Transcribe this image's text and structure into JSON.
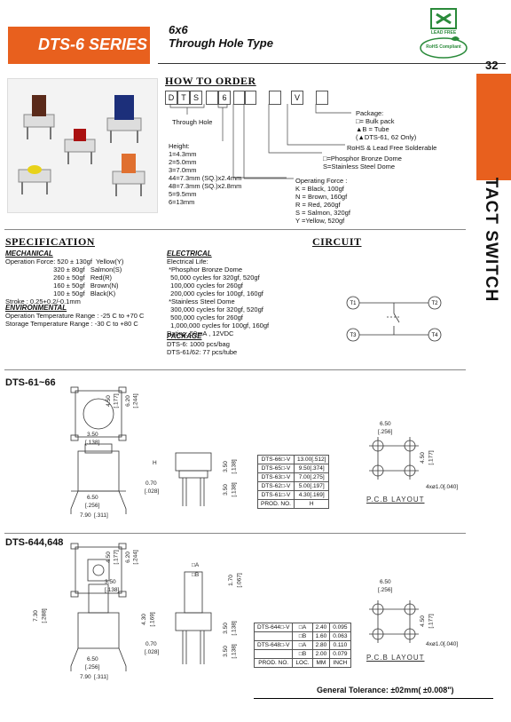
{
  "header": {
    "series": "DTS-6 SERIES",
    "size": "6x6",
    "type": "Through Hole Type",
    "page_number": "32",
    "badge_lead_free": "LEAD FREE",
    "badge_rohs": "RoHS Compliant"
  },
  "sidebar": {
    "title": "TACT SWITCH"
  },
  "order": {
    "heading": "HOW TO ORDER",
    "code_boxes": [
      "D",
      "T",
      "S",
      "",
      "6",
      "",
      "",
      "",
      "V",
      ""
    ],
    "through_hole": "Through Hole",
    "height_title": "Height:",
    "height_lines": [
      "1=4.3mm",
      "2=5.0mm",
      "3=7.0mm",
      "44=7.3mm (SQ.)x2.4mm",
      "48=7.3mm (SQ.)x2.8mm",
      "5=9.5mm",
      "6=13mm"
    ],
    "package_title": "Package:",
    "package_lines": [
      "□= Bulk pack",
      "▲B = Tube",
      "(▲DTS-61, 62 Only)"
    ],
    "rohs": "RoHS & Lead Free Solderable",
    "dome_lines": [
      "□=Phosphor Bronze Dome",
      "S=Stainless Steel Dome"
    ],
    "force_title": "Operating Force :",
    "force_lines": [
      "K = Black, 100gf",
      "N = Brown, 160gf",
      "R = Red, 260gf",
      "S = Salmon, 320gf",
      "Y =Yellow, 520gf"
    ]
  },
  "spec": {
    "heading": "SPECIFICATION",
    "mechanical_title": "MECHANICAL",
    "mechanical_lines": [
      "Operation Force: 520 ± 130gf  Yellow(Y)",
      "                          320 ± 80gf   Salmon(S)",
      "                          260 ± 50gf   Red(R)",
      "                          160 ± 50gf   Brown(N)",
      "                          100 ± 50gf   Black(K)",
      "Stroke : 0.25+0.2/-0.1mm"
    ],
    "environmental_title": "ENVIRONMENTAL",
    "environmental_lines": [
      "Operation Temperature Range : -25 C to +70 C",
      "Storage Temperature Range : -30 C to +80 C"
    ],
    "electrical_title": "ELECTRICAL",
    "electrical_lines": [
      "Electrical Life:",
      " *Phosphor Bronze Dome",
      "  50,000 cycles for 320gf, 520gf",
      "  100,000 cycles for 260gf",
      "  200,000 cycles for 100gf, 160gf",
      " *Stainless Steel Dome",
      "  300,000 cycles for 320gf, 520gf",
      "  500,000 cycles for 260gf",
      "  1,000,000 cycles for 100gf, 160gf",
      "Rating: 50mA , 12VDC"
    ],
    "package_title": "PACKAGE",
    "package_lines": [
      "DTS-6: 1000 pcs/bag",
      "DTS-61/62: 77 pcs/tube"
    ]
  },
  "circuit": {
    "heading": "CIRCUIT",
    "terminals": [
      "T1",
      "T2",
      "T3",
      "T4"
    ]
  },
  "dts61": {
    "title": "DTS-61~66",
    "dims": [
      "4.50",
      "[.177]",
      "6.20",
      "[.244]",
      "3.50",
      "[.138]",
      "6.50",
      "[.256]",
      "7.90",
      "[.311]",
      "0.70",
      "[.028]",
      "3.50",
      "[.138]",
      "3.50",
      "[.138]",
      "H"
    ],
    "table": {
      "rows": [
        [
          "DTS-66□-V",
          "13.00[.512]"
        ],
        [
          "DTS-65□-V",
          "9.50[.374]"
        ],
        [
          "DTS-63□-V",
          "7.00[.275]"
        ],
        [
          "DTS-62□-V",
          "5.00[.197]"
        ],
        [
          "DTS-61□-V",
          "4.30[.169]"
        ]
      ],
      "footer": [
        "PROD. NO.",
        "H"
      ]
    },
    "pcb_dims": [
      "6.50",
      "[.256]",
      "4.50",
      "[.177]",
      "4xø1.0[.040]"
    ],
    "pcb_label": "P.C.B  LAYOUT"
  },
  "dts644": {
    "title": "DTS-644,648",
    "dims": [
      "4.50",
      "[.177]",
      "6.20",
      "[.244]",
      "3.50",
      "[.138]",
      "6.50",
      "[.256]",
      "7.90",
      "[.311]",
      "7.30",
      "[.288]",
      "4.30",
      "[.169]",
      "1.70",
      "[.067]",
      "0.70",
      "[.028]",
      "3.50",
      "[.138]",
      "3.50",
      "[.138]",
      "□A",
      "□B"
    ],
    "table": {
      "rows": [
        [
          "DTS-644□-V",
          "□A",
          "2.40",
          "0.095"
        ],
        [
          "",
          "□B",
          "1.60",
          "0.063"
        ],
        [
          "DTS-648□-V",
          "□A",
          "2.80",
          "0.110"
        ],
        [
          "",
          "□B",
          "2.00",
          "0.079"
        ]
      ],
      "footer": [
        "PROD. NO.",
        "LOC.",
        "MM",
        "INCH"
      ]
    },
    "pcb_dims": [
      "6.50",
      "[.256]",
      "4.50",
      "[.177]",
      "4xø1.0[.040]"
    ],
    "pcb_label": "P.C.B  LAYOUT"
  },
  "tolerance": "General Tolerance: ±02mm( ±0.008\")",
  "colors": {
    "accent": "#e8601e"
  }
}
